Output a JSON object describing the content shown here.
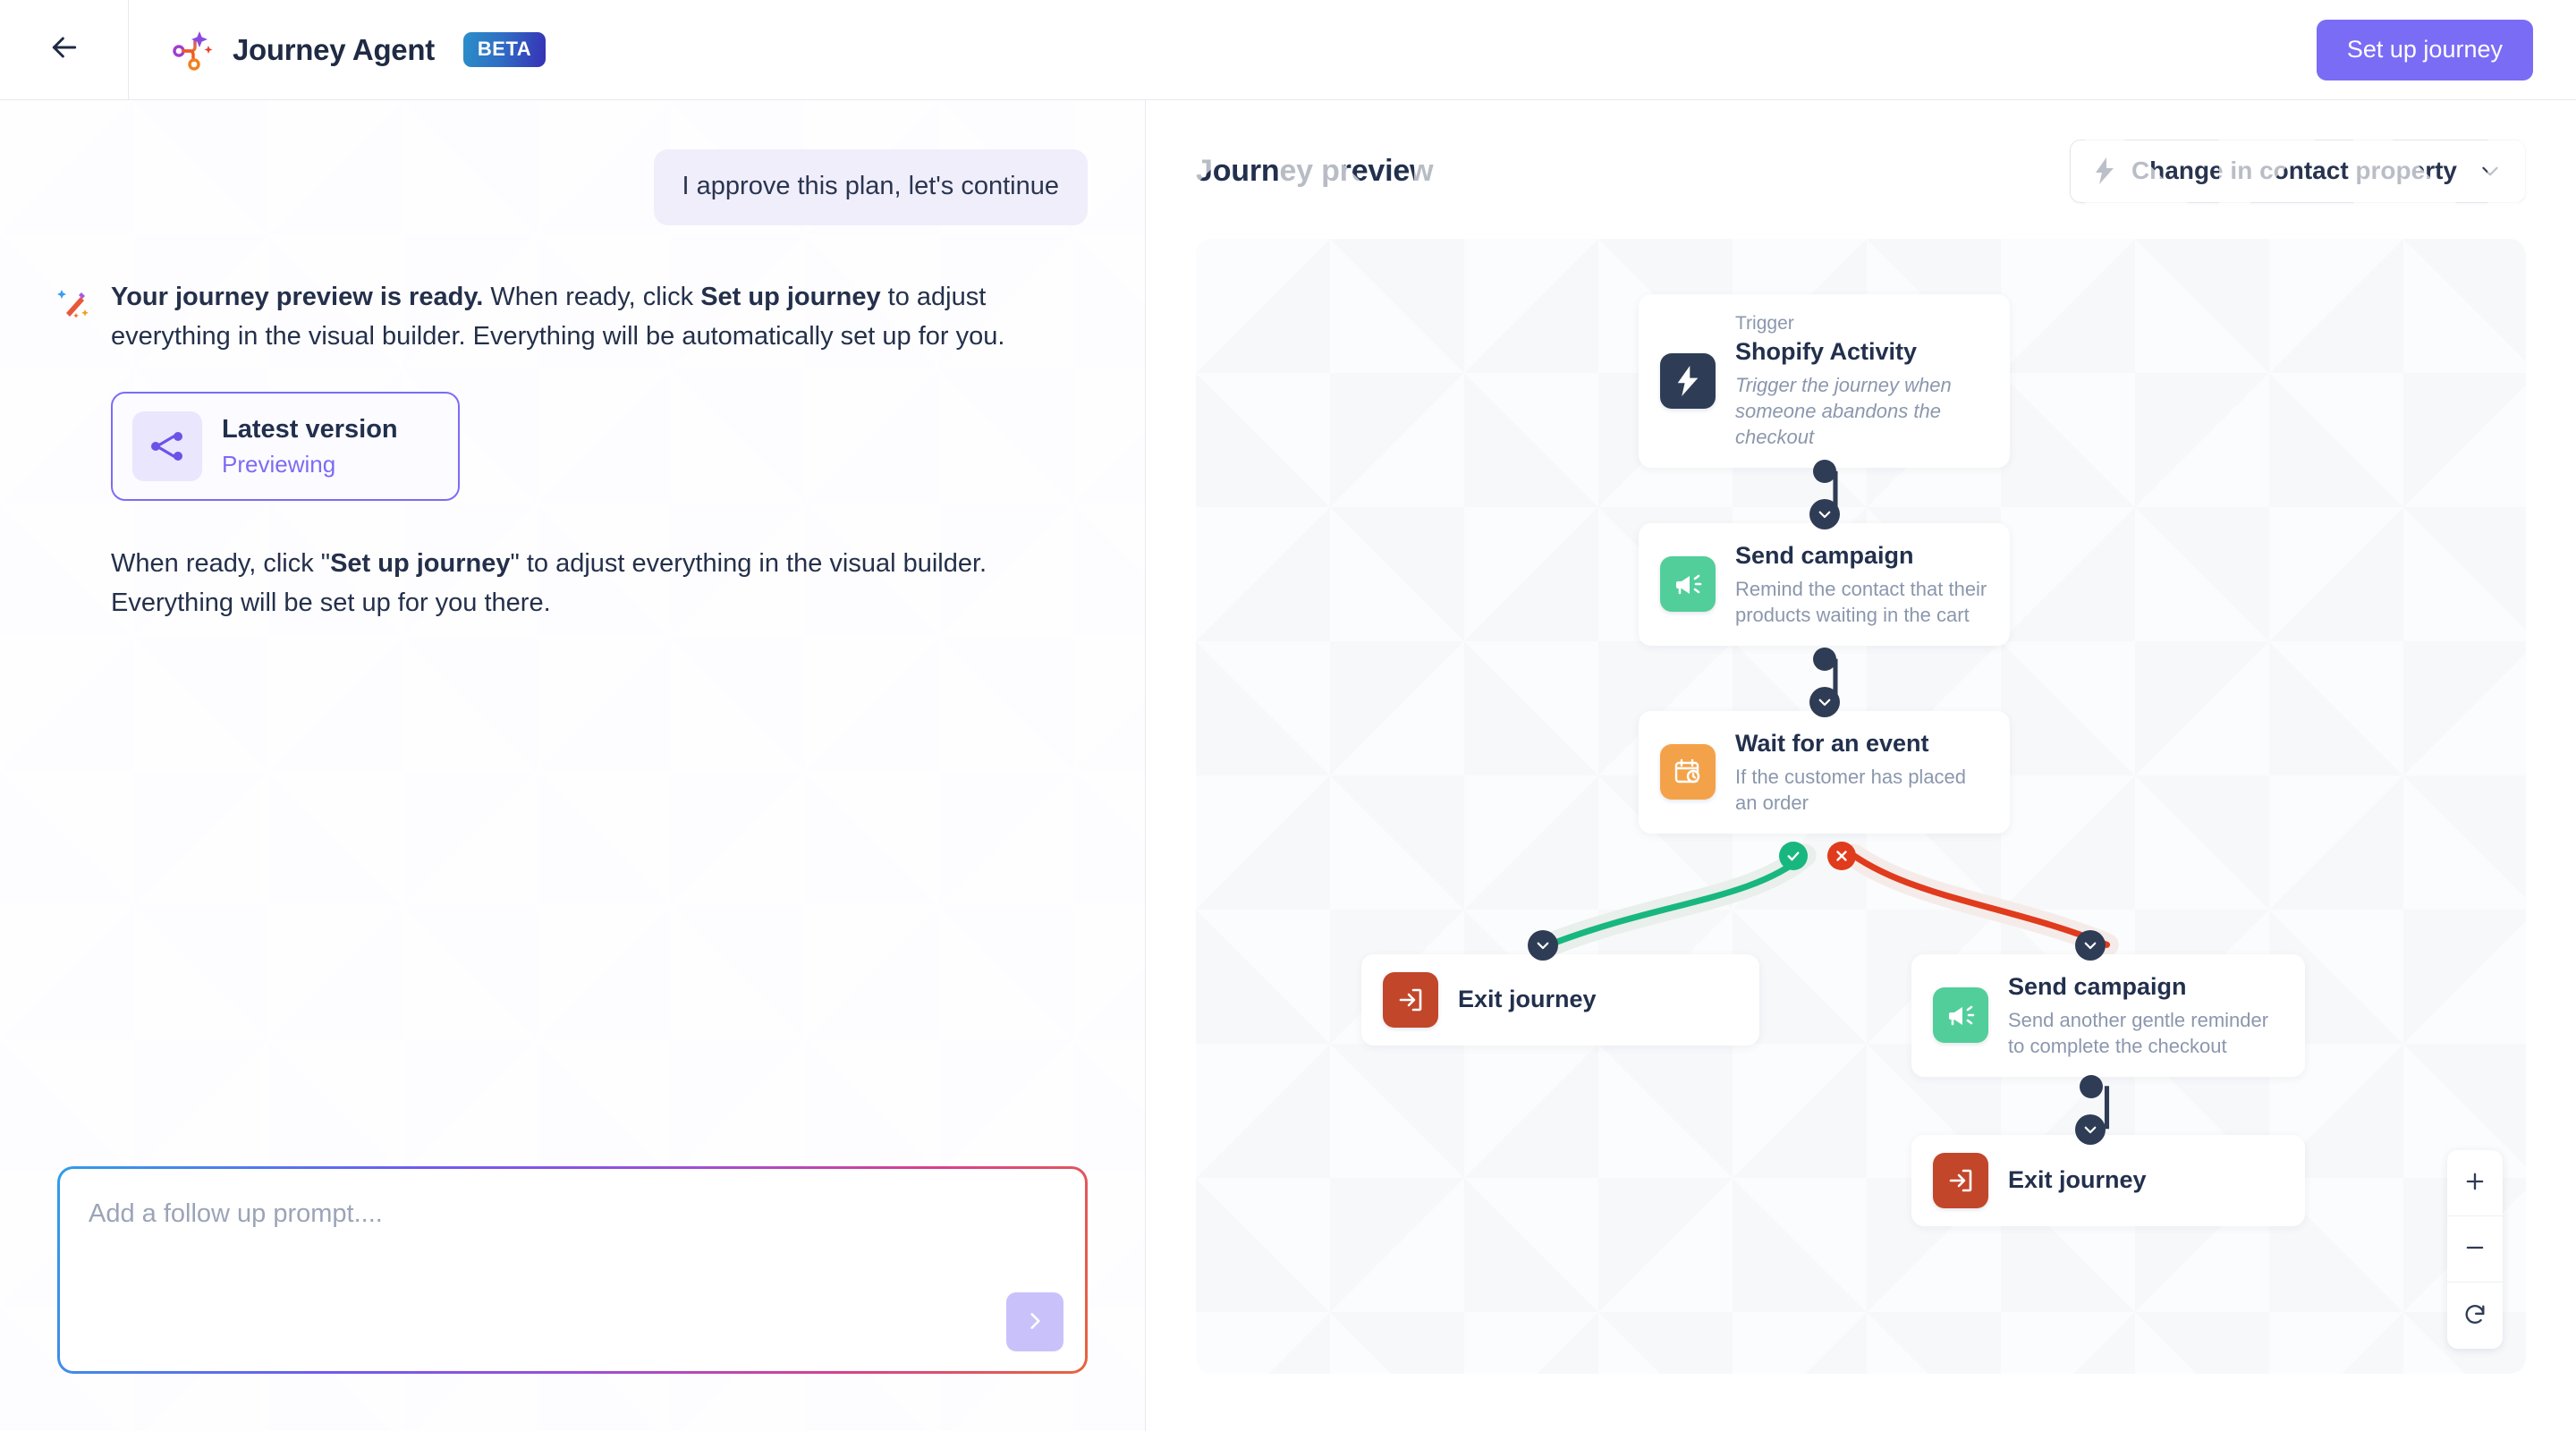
{
  "header": {
    "back_icon": "arrow-left-icon",
    "logo_icon": "journey-agent-logo-icon",
    "title": "Journey Agent",
    "badge": "BETA",
    "setup_button": "Set up journey",
    "accent": "#7b6cf6"
  },
  "chat": {
    "user_message": "I approve this plan, let's continue",
    "agent_icon": "magic-wand-icon",
    "agent_message_1": {
      "bold_lead": "Your journey preview is ready.",
      "mid": " When ready, click ",
      "bold_action": "Set up journey",
      "tail": " to adjust everything in the visual builder. Everything will be automatically set up for you."
    },
    "version_card": {
      "icon": "share-nodes-icon",
      "title": "Latest version",
      "status": "Previewing",
      "border_color": "#7b6cf6",
      "status_color": "#7b6cf6"
    },
    "agent_message_2": {
      "lead": "When ready, click \"",
      "bold_action": "Set up journey",
      "tail": "\" to adjust everything in the visual builder. Everything will be set up for you there."
    },
    "composer": {
      "placeholder": "Add a follow up prompt....",
      "value": "",
      "send_icon": "chevron-right-icon"
    }
  },
  "preview": {
    "title": "Journey preview",
    "trigger_select": {
      "icon": "lightning-bolt-icon",
      "label": "Change in contact property",
      "chevron": "chevron-down-icon"
    },
    "zoom_controls": {
      "zoom_in": "plus-icon",
      "zoom_out": "minus-icon",
      "reset": "refresh-icon"
    },
    "nodes": [
      {
        "id": "trigger",
        "kicker": "Trigger",
        "title": "Shopify Activity",
        "desc": "Trigger the journey when someone abandons the checkout",
        "desc_italic": true,
        "icon": "lightning-bolt-icon",
        "icon_bg": "#2f3c55"
      },
      {
        "id": "send-campaign-1",
        "kicker": "",
        "title": "Send campaign",
        "desc": "Remind the contact that their products waiting in the cart",
        "desc_italic": false,
        "icon": "megaphone-icon",
        "icon_bg": "#52ce9b"
      },
      {
        "id": "wait-for-event",
        "kicker": "",
        "title": "Wait for an event",
        "desc": "If the customer has placed an order",
        "desc_italic": false,
        "icon": "calendar-clock-icon",
        "icon_bg": "#f5a council"
      },
      {
        "id": "exit-journey-1",
        "kicker": "",
        "title": "Exit journey",
        "desc": "",
        "desc_italic": false,
        "icon": "exit-arrow-icon",
        "icon_bg": "#c2462a"
      },
      {
        "id": "send-campaign-2",
        "kicker": "",
        "title": "Send campaign",
        "desc": "Send another gentle reminder to complete the checkout",
        "desc_italic": false,
        "icon": "megaphone-icon",
        "icon_bg": "#52ce9b"
      },
      {
        "id": "exit-journey-2",
        "kicker": "",
        "title": "Exit journey",
        "desc": "",
        "desc_italic": false,
        "icon": "exit-arrow-icon",
        "icon_bg": "#c2462a"
      }
    ],
    "branch_colors": {
      "yes": "#18b77f",
      "no": "#e03b1c"
    }
  }
}
